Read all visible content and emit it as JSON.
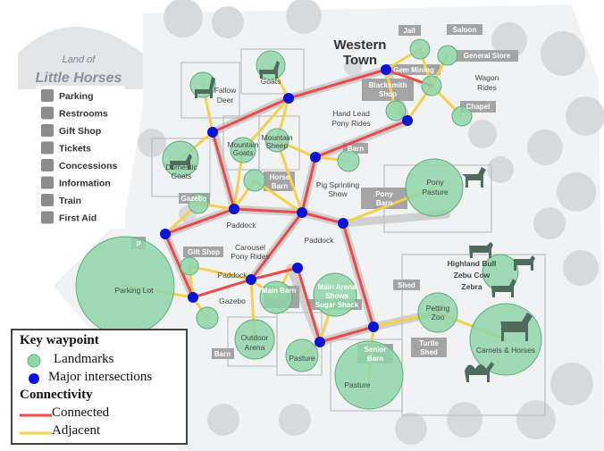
{
  "logo": {
    "line1": "Land of",
    "line2": "Little Horses"
  },
  "amenities_legend": [
    {
      "icon": "parking-icon",
      "label": "Parking"
    },
    {
      "icon": "restrooms-icon",
      "label": "Restrooms"
    },
    {
      "icon": "gift-shop-icon",
      "label": "Gift Shop"
    },
    {
      "icon": "tickets-icon",
      "label": "Tickets"
    },
    {
      "icon": "concessions-icon",
      "label": "Concessions"
    },
    {
      "icon": "information-icon",
      "label": "Information"
    },
    {
      "icon": "train-icon",
      "label": "Train"
    },
    {
      "icon": "first-aid-icon",
      "label": "First Aid"
    }
  ],
  "map_labels": {
    "western_town_1": "Western",
    "western_town_2": "Town",
    "jail": "Jail",
    "saloon": "Saloon",
    "gem_mining": "Gem Mining",
    "general_store": "General Store",
    "blacksmith_1": "Blacksmith",
    "blacksmith_2": "Shop",
    "wagon_rides_1": "Wagon",
    "wagon_rides_2": "Rides",
    "chapel": "Chapel",
    "hand_lead_1": "Hand Lead",
    "hand_lead_2": "Pony Rides",
    "barn_top": "Barn",
    "fallow_deer_1": "Fallow",
    "fallow_deer_2": "Deer",
    "goats": "Goats",
    "mountain_goats_1": "Mountain",
    "mountain_goats_2": "Goats",
    "mountain_sheep_1": "Mountain",
    "mountain_sheep_2": "Sheep",
    "domestic_goats_1": "Domestic",
    "domestic_goats_2": "Goats",
    "gazebo_top": "Gazebo",
    "horse_barn_1": "Horse",
    "horse_barn_2": "Barn",
    "pig_show_1": "Pig Sprinting",
    "pig_show_2": "Show",
    "pony_barn_1": "Pony",
    "pony_barn_2": "Barn",
    "pony_pasture_1": "Pony",
    "pony_pasture_2": "Pasture",
    "paddock_1": "Paddock",
    "paddock_2": "Paddock",
    "paddock_3": "Paddock",
    "carousel_1": "Carousel",
    "carousel_2": "Pony Rides",
    "gift_shop": "Gift Shop",
    "parking_lot": "Parking Lot",
    "gazebo": "Gazebo",
    "main_barn": "Main Barn",
    "main_arena_1": "Main Arena",
    "main_arena_2": "Shows",
    "sugar_shack": "Sugar Shack",
    "shed": "Shed",
    "highland_bull": "Highland Bull",
    "zebu_cow": "Zebu Cow",
    "zebra": "Zebra",
    "petting_zoo_1": "Petting",
    "petting_zoo_2": "Zoo",
    "turtle_shed_1": "Turtle",
    "turtle_shed_2": "Shed",
    "camels_horses": "Camels & Horses",
    "outdoor_arena_1": "Outdoor",
    "outdoor_arena_2": "Arena",
    "barn_bottom": "Barn",
    "pasture_small": "Pasture",
    "senior_barn_1": "Senior",
    "senior_barn_2": "Barn",
    "pasture_big": "Pasture",
    "parking_p": "P"
  },
  "legend": {
    "title1": "Key waypoint",
    "landmarks": "Landmarks",
    "intersections": "Major intersections",
    "title2": "Connectivity",
    "connected": "Connected",
    "adjacent": "Adjacent"
  },
  "colors": {
    "landmark_fill": "#8fd6a8",
    "landmark_stroke": "#5fae7a",
    "intersection": "#0a14d8",
    "connected": "#f04848",
    "adjacent": "#f7cf4a",
    "road": "#c9c9c9",
    "building": "#9a9a9a"
  }
}
